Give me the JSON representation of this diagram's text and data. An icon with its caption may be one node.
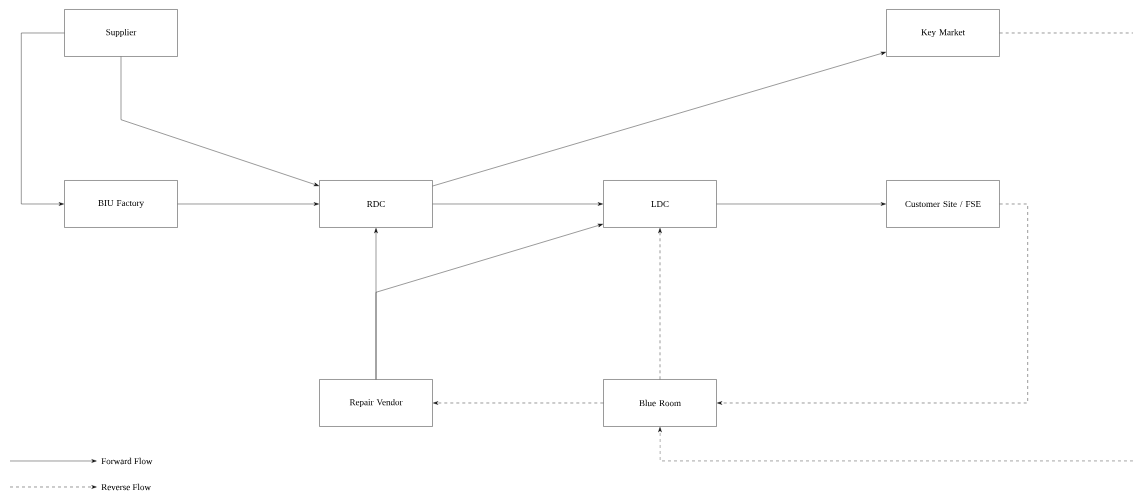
{
  "diagram": {
    "nodes": [
      {
        "text": [
          "Supplier"
        ]
      },
      {
        "text": [
          "Key Market"
        ]
      },
      {
        "text": [
          "BIU Factory"
        ]
      },
      {
        "text": [
          "RDC"
        ]
      },
      {
        "text": [
          "LDC"
        ]
      },
      {
        "text": [
          "Customer Site / FSE"
        ]
      },
      {
        "text": [
          "Repair Vendor"
        ]
      },
      {
        "text": [
          "Blue Room"
        ]
      }
    ],
    "edges": [
      {
        "from": 0,
        "to": 2,
        "arrow": "to"
      },
      {
        "from": 0,
        "to": 3,
        "arrow": "to"
      },
      {
        "from": 2,
        "to": 3,
        "arrow": "to"
      },
      {
        "from": 3,
        "to": 1,
        "arrow": "to"
      },
      {
        "from": 3,
        "to": 4,
        "arrow": "to"
      },
      {
        "from": 4,
        "to": 5,
        "arrow": "to"
      },
      {
        "from": 6,
        "to": 3,
        "arrow": "to"
      },
      {
        "from": 6,
        "to": 4,
        "arrow": "to"
      },
      {
        "from": 5,
        "to": 7,
        "arrow": "to",
        "style": "dashed"
      },
      {
        "from": 7,
        "to": 6,
        "arrow": "to",
        "style": "dashed"
      },
      {
        "from": 7,
        "to": 4,
        "arrow": "to",
        "style": "dashed"
      },
      {
        "from": 1,
        "to": null,
        "arrow": "none",
        "style": "dashed"
      },
      {
        "from": null,
        "to": 7,
        "arrow": "to",
        "style": "dashed"
      }
    ],
    "legend": [
      {
        "text": "Forward Flow"
      },
      {
        "text": "Reverse Flow"
      }
    ]
  }
}
